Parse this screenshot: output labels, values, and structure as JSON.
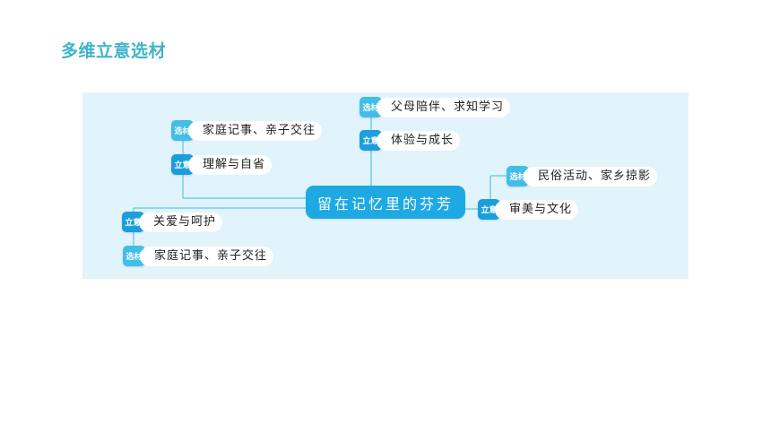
{
  "page_title": "多维立意选材",
  "colors": {
    "title": "#3fb4c9",
    "panel_bg": "#e1f3fb",
    "center_node": "#1ea9e3",
    "tag_material": "#42bde9",
    "tag_theme": "#1c9edb",
    "connector": "#62c4e6"
  },
  "mind_map": {
    "center": "留在记忆里的芬芳",
    "branches": {
      "top": {
        "material_tag": "选材",
        "material": "父母陪伴、求知学习",
        "theme_tag": "立意",
        "theme": "体验与成长"
      },
      "upper_left": {
        "material_tag": "选材",
        "material": "家庭记事、亲子交往",
        "theme_tag": "立意",
        "theme": "理解与自省"
      },
      "right": {
        "material_tag": "选材",
        "material": "民俗活动、家乡掠影",
        "theme_tag": "立意",
        "theme": "审美与文化"
      },
      "lower_left": {
        "theme_tag": "立意",
        "theme": "关爱与呵护",
        "material_tag": "选材",
        "material": "家庭记事、亲子交往"
      }
    }
  }
}
